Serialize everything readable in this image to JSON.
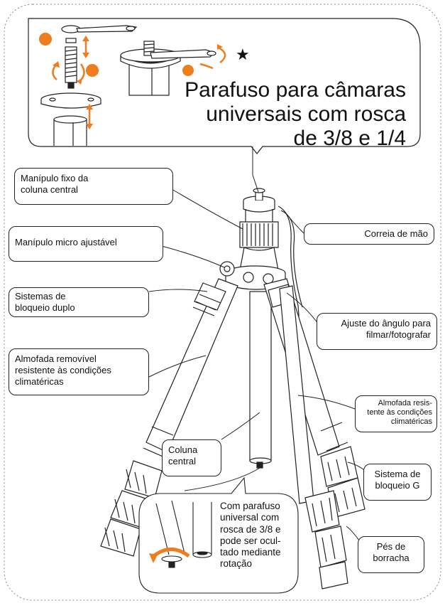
{
  "headline": {
    "lines": [
      "Parafuso para câmaras",
      "universais com rosca",
      "de 3/8 e 1/4"
    ]
  },
  "star_symbol": "★",
  "labels": {
    "fixed_knob": [
      "Manípulo fixo da",
      "coluna central"
    ],
    "micro_knob": [
      "Manípulo micro ajustável"
    ],
    "double_lock": [
      "Sistemas de",
      "bloqueio duplo"
    ],
    "removable_pad": [
      "Almofada removível",
      "resistente às condições",
      "climatéricas"
    ],
    "hand_strap": [
      "Correia de mão"
    ],
    "angle_adjust": [
      "Ajuste do ângulo para",
      "filmar/fotografar"
    ],
    "weather_pad": [
      "Almofada resis-",
      "tente às condições",
      "climatéricas"
    ],
    "center_column": [
      "Coluna",
      "central"
    ],
    "g_lock": [
      "Sistema de",
      "bloqueio G"
    ],
    "rubber_feet": [
      "Pés de",
      "borracha"
    ]
  },
  "inset": {
    "lines": [
      "Com parafuso",
      "universal com",
      "rosca de 3/8 e",
      "pode ser ocul-",
      "tado mediante",
      "rotação"
    ]
  },
  "colors": {
    "accent": "#ee7d1d",
    "line": "#222222",
    "border_dotted": "#888888"
  }
}
